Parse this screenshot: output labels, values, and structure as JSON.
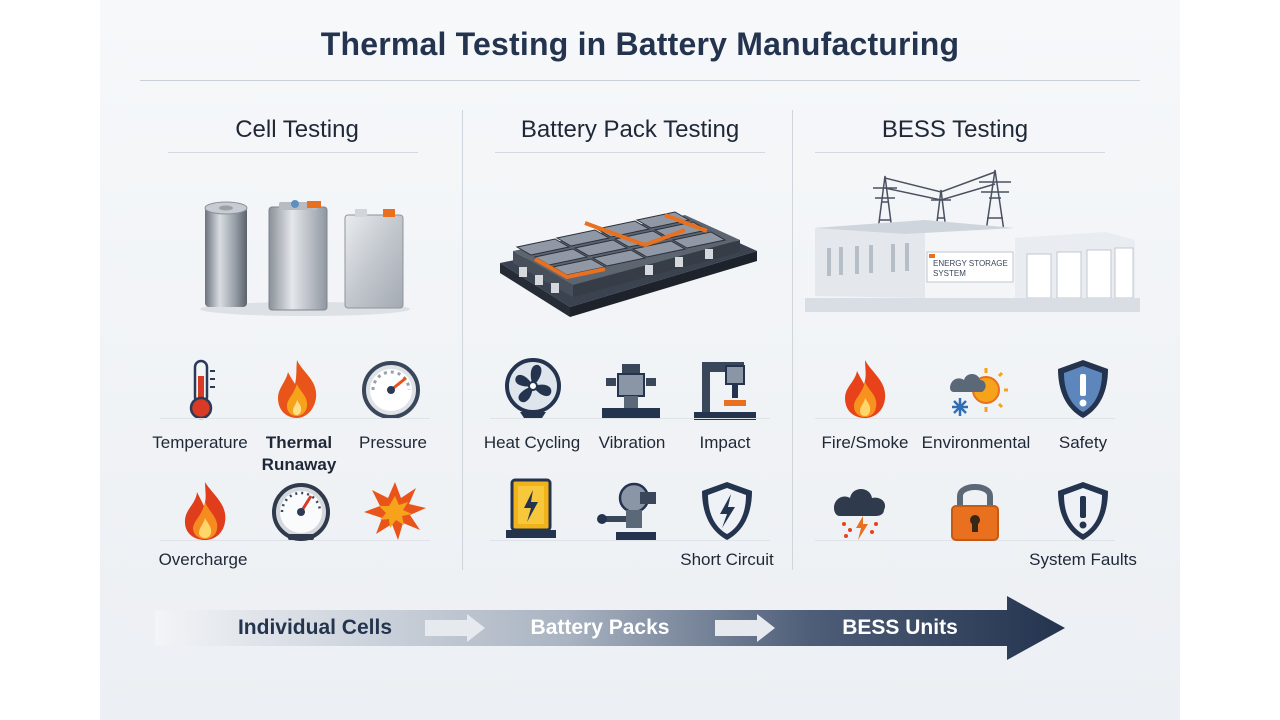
{
  "title": "Thermal Testing in Battery Manufacturing",
  "sections": [
    {
      "title": "Cell Testing",
      "row1": [
        "Temperature",
        "Thermal Runaway",
        "Pressure"
      ],
      "row2": [
        "Overcharge",
        "",
        ""
      ]
    },
    {
      "title": "Battery Pack Testing",
      "row1": [
        "Heat Cycling",
        "Vibration",
        "Impact"
      ],
      "row2": [
        "",
        "",
        "Short Circuit"
      ]
    },
    {
      "title": "BESS Testing",
      "row1": [
        "Fire/Smoke",
        "Environmental",
        "Safety"
      ],
      "row2": [
        "",
        "",
        "System Faults"
      ]
    }
  ],
  "bess_sign": {
    "line1": "ENERGY STORAGE",
    "line2": "SYSTEM"
  },
  "flow": [
    "Individual Cells",
    "Battery Packs",
    "BESS Units"
  ],
  "colors": {
    "title": "#24344f",
    "accent_orange": "#e8701f",
    "navy": "#2a3a57"
  },
  "icons": {
    "cell": [
      "thermometer-icon",
      "flame-icon",
      "pressure-gauge-icon",
      "fire-icon",
      "gauge-icon",
      "explosion-icon"
    ],
    "pack": [
      "fan-icon",
      "vibration-table-icon",
      "impact-press-icon",
      "battery-bolt-icon",
      "actuator-icon",
      "shield-bolt-icon"
    ],
    "bess": [
      "flame-icon",
      "weather-icon",
      "shield-alert-icon",
      "storm-cloud-icon",
      "padlock-icon",
      "shield-alert-icon"
    ]
  }
}
